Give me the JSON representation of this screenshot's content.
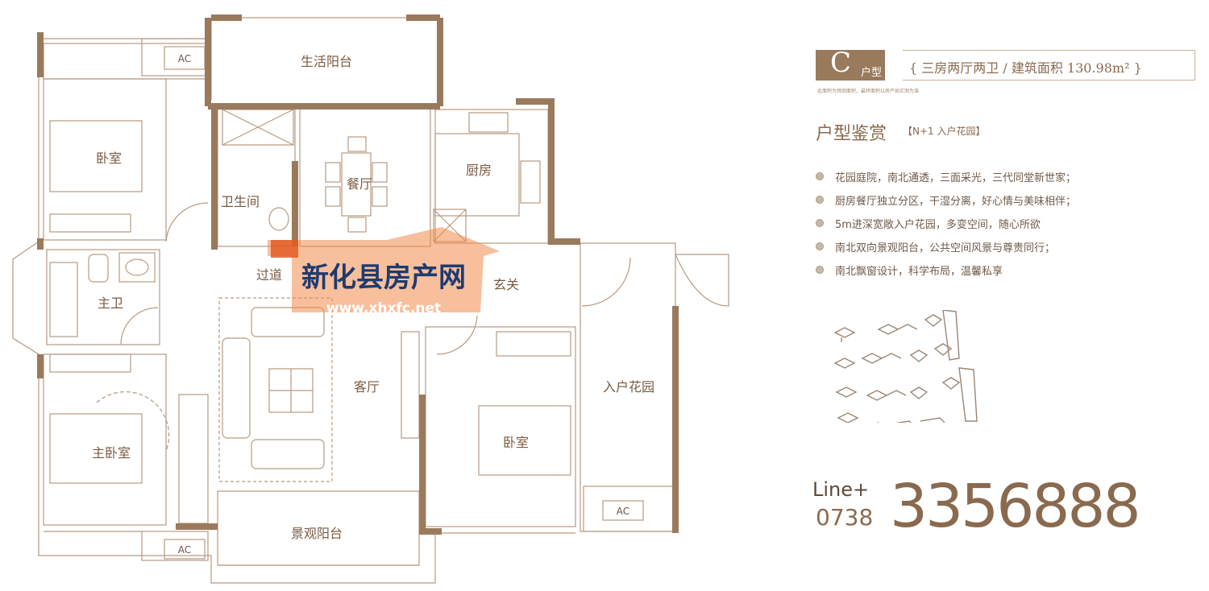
{
  "header": {
    "type_letter": "C",
    "type_unit": "户型",
    "spec": "{ 三房两厅两卫 /   建筑面积 130.98m² }",
    "disclaimer": "此面积为预测面积，最终面积以房产局实测为准"
  },
  "appreciation": {
    "title": "户型鉴赏",
    "subtitle": "【N+1   入户花园】",
    "features": [
      "花园庭院，南北通透，三面采光，三代同堂新世家；",
      "厨房餐厅独立分区，干湿分离，好心情与美味相伴；",
      "5m进深宽敞入户花园，多变空间，随心所欲",
      "南北双向景观阳台，公共空间风景与尊贵同行；",
      "南北飘窗设计，科学布局，温馨私享"
    ]
  },
  "contact": {
    "line_label": "Line+",
    "area_code": "0738",
    "number": "3356888"
  },
  "floorplan": {
    "rooms": {
      "living_balcony": "生活阳台",
      "bedroom_nw": "卧室",
      "dining": "餐厅",
      "kitchen": "厨房",
      "bathroom": "卫生间",
      "corridor": "过道",
      "foyer": "玄关",
      "master_bath": "主卫",
      "living": "客厅",
      "entry_garden": "入户花园",
      "master_bedroom": "主卧室",
      "bedroom_se": "卧室",
      "view_balcony": "景观阳台"
    },
    "ac_label": "AC",
    "watermark": {
      "name": "新化县房产网",
      "url": "www.xhxfc.net"
    }
  },
  "colors": {
    "wall": "#9a7a5c",
    "line": "#a8876a",
    "text": "#8a6a4e",
    "watermark": "#f08a4a",
    "watermark_text": "#1f3a6e"
  }
}
